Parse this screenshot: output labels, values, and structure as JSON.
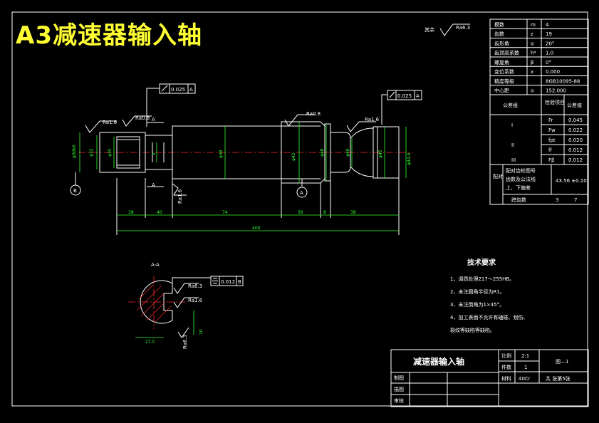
{
  "banner": {
    "title": "A3减速器输入轴",
    "color": "#ffff33"
  },
  "colors": {
    "background": "#000000",
    "outline": "#ffffff",
    "dimension": "#33ff33",
    "centerline": "#ff2a2a"
  },
  "roughness": {
    "rest_label": "其余",
    "rest_value": "Ra6.3",
    "main": "Ra1.6",
    "journal": "Ra0.8"
  },
  "tolerances": {
    "runout_value": "0.025",
    "datum_a": "A",
    "datum_b": "B",
    "symmetry_value": "0.012",
    "symmetry_icon": "symmetry-icon",
    "runout_icon": "runout-icon"
  },
  "diameters": [
    "φ30k6",
    "φ32",
    "φ35",
    "φ38",
    "φ42",
    "φ48",
    "φ40",
    "φ45",
    "φ44.4"
  ],
  "lengths": {
    "l1": "38",
    "l2": "40",
    "l3": "74",
    "l4": "56",
    "l5": "8",
    "l6": "38",
    "total": "400"
  },
  "labels": {
    "section_a": "A",
    "datum_a": "A",
    "datum_b": "B",
    "section_title": "A-A"
  },
  "section": {
    "depth": "5",
    "width": "10",
    "chord": "27.0"
  },
  "specs": [
    {
      "name": "模数",
      "sym": "m",
      "val": "4"
    },
    {
      "name": "齿数",
      "sym": "z",
      "val": "19"
    },
    {
      "name": "齿形角",
      "sym": "α",
      "val": "20°"
    },
    {
      "name": "齿顶高系数",
      "sym": "h*",
      "val": "1.0"
    },
    {
      "name": "螺旋角",
      "sym": "β",
      "val": "0°"
    },
    {
      "name": "变位系数",
      "sym": "x",
      "val": "0.000"
    },
    {
      "name": "精度等级",
      "sym": "",
      "val": "8GB10095-88"
    },
    {
      "name": "中心距",
      "sym": "a",
      "val": "152.000"
    }
  ],
  "inspection": {
    "header_group": "公差组",
    "header_item": "检验项目",
    "header_value": "公差值",
    "rows": [
      {
        "group": "I",
        "sym": "Fr",
        "val": "0.045"
      },
      {
        "group": "",
        "sym": "Fw",
        "val": "0.022"
      },
      {
        "group": "II",
        "sym": "fpt",
        "val": "0.020"
      },
      {
        "group": "",
        "sym": "ff",
        "val": "0.012"
      },
      {
        "group": "III",
        "sym": "Fβ",
        "val": "0.012"
      }
    ],
    "mate": {
      "side": "配对",
      "c1": "配对齿轮图号",
      "c2": "齿数及公法线",
      "c3": "上、下偏差",
      "val": "43.56 ±0.10",
      "row2_label": "跨齿数",
      "row2_a": "3",
      "row2_b": "7"
    }
  },
  "notes": {
    "title": "技术要求",
    "items": [
      "1、调质处理217～255HB。",
      "2、未注圆角半径为R1。",
      "3、未注倒角为1×45°。",
      "4、加工表面不允许有磕碰、划伤、",
      "    裂纹等缺陷等缺陷。"
    ]
  },
  "title_block": {
    "part_name": "减速器输入轴",
    "scale_label": "比例",
    "scale": "2:1",
    "qty_label": "件数",
    "qty": "1",
    "material_label": "材料",
    "material": "40Cr",
    "drawing_no": "图—1",
    "sheet": "共 张第5张",
    "drawn": "制图",
    "checked": "描图",
    "approved": "审核"
  }
}
